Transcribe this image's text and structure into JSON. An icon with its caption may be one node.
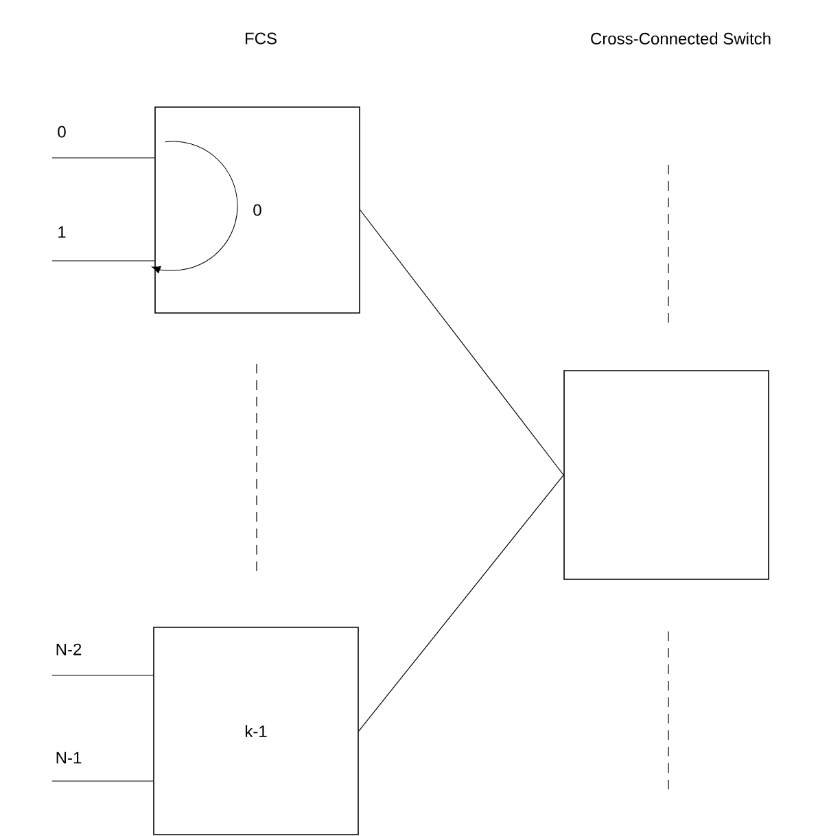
{
  "diagram": {
    "nodes": [
      {
        "text": [
          "0"
        ]
      },
      {
        "text": [
          "k-1"
        ]
      },
      {
        "text": [],
        "shape": "box"
      }
    ],
    "edges": [
      {
        "from": null,
        "to": 0,
        "arrow": "none",
        "label": "0"
      },
      {
        "from": null,
        "to": 0,
        "arrow": "none",
        "label": "1"
      },
      {
        "from": null,
        "to": 1,
        "arrow": "none",
        "label": "N-2"
      },
      {
        "from": null,
        "to": 1,
        "arrow": "none",
        "label": "N-1"
      },
      {
        "from": 0,
        "to": 2,
        "arrow": "none"
      },
      {
        "from": 1,
        "to": 2,
        "arrow": "none"
      }
    ],
    "labels": [
      "FCS",
      "Cross-Connected Switch"
    ]
  }
}
